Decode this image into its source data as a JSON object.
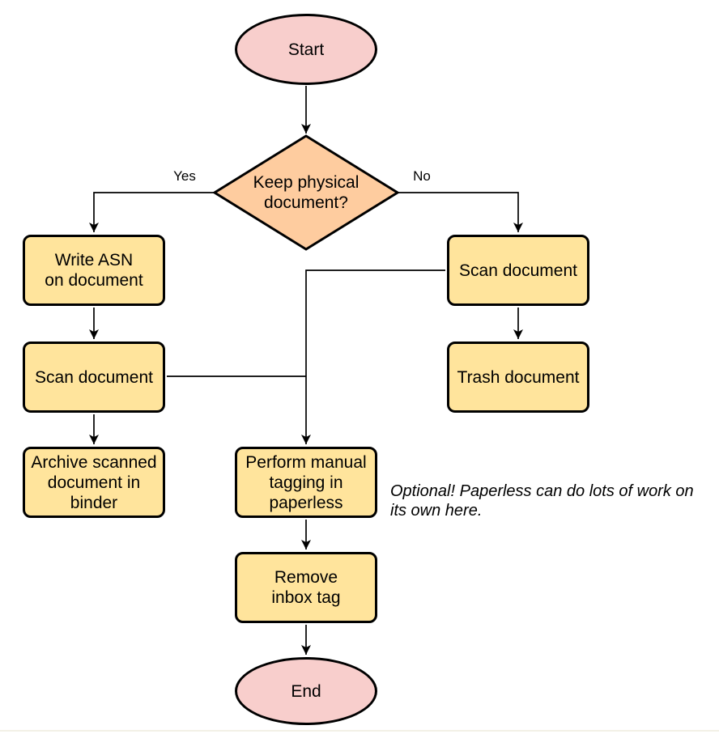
{
  "colors": {
    "terminator_fill": "#F8CECC",
    "decision_fill": "#FECC9F",
    "process_fill": "#FFE49C",
    "stroke": "#000000",
    "page_edge_line": "#F2F0E6"
  },
  "flowchart": {
    "nodes": {
      "start": {
        "label": "Start",
        "type": "terminator"
      },
      "decision": {
        "label": "Keep physical\ndocument?",
        "type": "decision"
      },
      "write_asn": {
        "label": "Write ASN\non document",
        "type": "process"
      },
      "scan_left": {
        "label": "Scan document",
        "type": "process"
      },
      "archive": {
        "label": "Archive scanned\ndocument in\nbinder",
        "type": "process"
      },
      "scan_right": {
        "label": "Scan document",
        "type": "process"
      },
      "trash": {
        "label": "Trash document",
        "type": "process"
      },
      "perform_tagging": {
        "label": "Perform manual\ntagging in\npaperless",
        "type": "process"
      },
      "remove_inbox": {
        "label": "Remove\ninbox tag",
        "type": "process"
      },
      "end": {
        "label": "End",
        "type": "terminator"
      }
    },
    "edge_labels": {
      "yes": "Yes",
      "no": "No"
    },
    "annotation": "Optional! Paperless can do lots of work on\nits own here."
  }
}
